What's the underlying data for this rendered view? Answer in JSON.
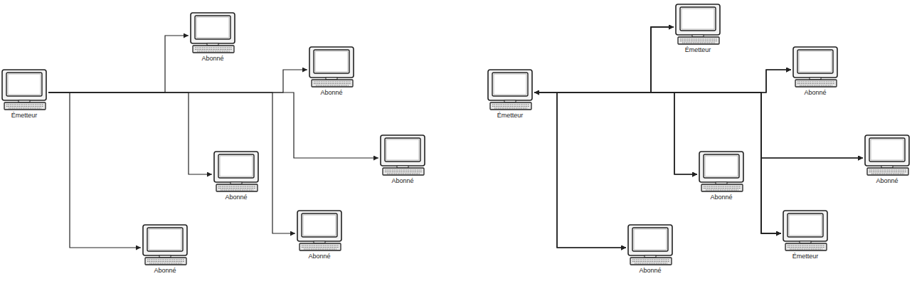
{
  "diagram": {
    "nodes": [
      {
        "text": [
          "Émetteur"
        ]
      },
      {
        "text": [
          "Abonné"
        ]
      },
      {
        "text": [
          "Abonné"
        ]
      },
      {
        "text": [
          "Abonné"
        ]
      },
      {
        "text": [
          "Abonné"
        ]
      },
      {
        "text": [
          "Abonné"
        ]
      },
      {
        "text": [
          "Abonné"
        ]
      },
      {
        "text": [
          "Émetteur"
        ]
      },
      {
        "text": [
          "Émetteur"
        ]
      },
      {
        "text": [
          "Abonné"
        ]
      },
      {
        "text": [
          "Abonné"
        ]
      },
      {
        "text": [
          "Abonné"
        ]
      },
      {
        "text": [
          "Émetteur"
        ]
      },
      {
        "text": [
          "Abonné"
        ]
      }
    ],
    "edges": [
      {
        "from": 0,
        "to": 1,
        "arrow": "to"
      },
      {
        "from": 0,
        "to": 2,
        "arrow": "to"
      },
      {
        "from": 0,
        "to": 3,
        "arrow": "to"
      },
      {
        "from": 0,
        "to": 4,
        "arrow": "to"
      },
      {
        "from": 0,
        "to": 5,
        "arrow": "to"
      },
      {
        "from": 0,
        "to": 6,
        "arrow": "to"
      },
      {
        "from": 7,
        "to": 9,
        "arrow": "to"
      },
      {
        "from": 7,
        "to": 10,
        "arrow": "to"
      },
      {
        "from": 7,
        "to": 11,
        "arrow": "to"
      },
      {
        "from": 7,
        "to": 13,
        "arrow": "to"
      },
      {
        "from": 8,
        "to": 9,
        "arrow": "to"
      },
      {
        "from": 8,
        "to": 10,
        "arrow": "to"
      },
      {
        "from": 8,
        "to": 11,
        "arrow": "to"
      },
      {
        "from": 8,
        "to": 13,
        "arrow": "to"
      },
      {
        "from": 12,
        "to": 9,
        "arrow": "to"
      },
      {
        "from": 12,
        "to": 10,
        "arrow": "to"
      },
      {
        "from": 12,
        "to": 11,
        "arrow": "to"
      },
      {
        "from": 12,
        "to": 13,
        "arrow": "to"
      },
      {
        "from": 7,
        "to": 8,
        "arrow": "both"
      },
      {
        "from": 7,
        "to": 12,
        "arrow": "both"
      },
      {
        "from": 8,
        "to": 12,
        "arrow": "both"
      }
    ]
  }
}
